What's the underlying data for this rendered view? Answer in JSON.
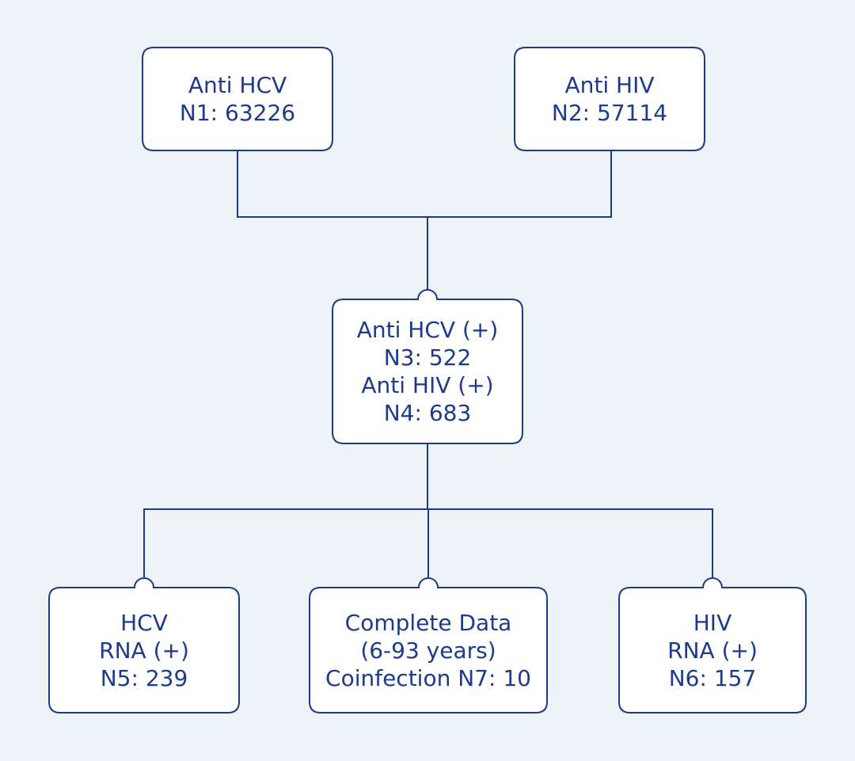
{
  "diagram": {
    "colors": {
      "background": "#edf3f6",
      "box_fill": "#ffffff",
      "box_border": "#1e3a8a",
      "connector": "#1e3a8a",
      "text": "#1e3a8a"
    },
    "boxes": {
      "anti_hcv": {
        "lines": [
          "Anti HCV",
          "N1: 63226"
        ]
      },
      "anti_hiv": {
        "lines": [
          "Anti HIV",
          "N2: 57114"
        ]
      },
      "positives": {
        "lines": [
          "Anti HCV (+)",
          "N3: 522",
          "Anti HIV (+)",
          "N4: 683"
        ]
      },
      "hcv_rna": {
        "lines": [
          "HCV",
          "RNA (+)",
          "N5: 239"
        ]
      },
      "complete_data": {
        "lines": [
          "Complete Data",
          "(6-93 years)",
          "Coinfection N7: 10"
        ]
      },
      "hiv_rna": {
        "lines": [
          "HIV",
          "RNA (+)",
          "N6: 157"
        ]
      }
    }
  }
}
